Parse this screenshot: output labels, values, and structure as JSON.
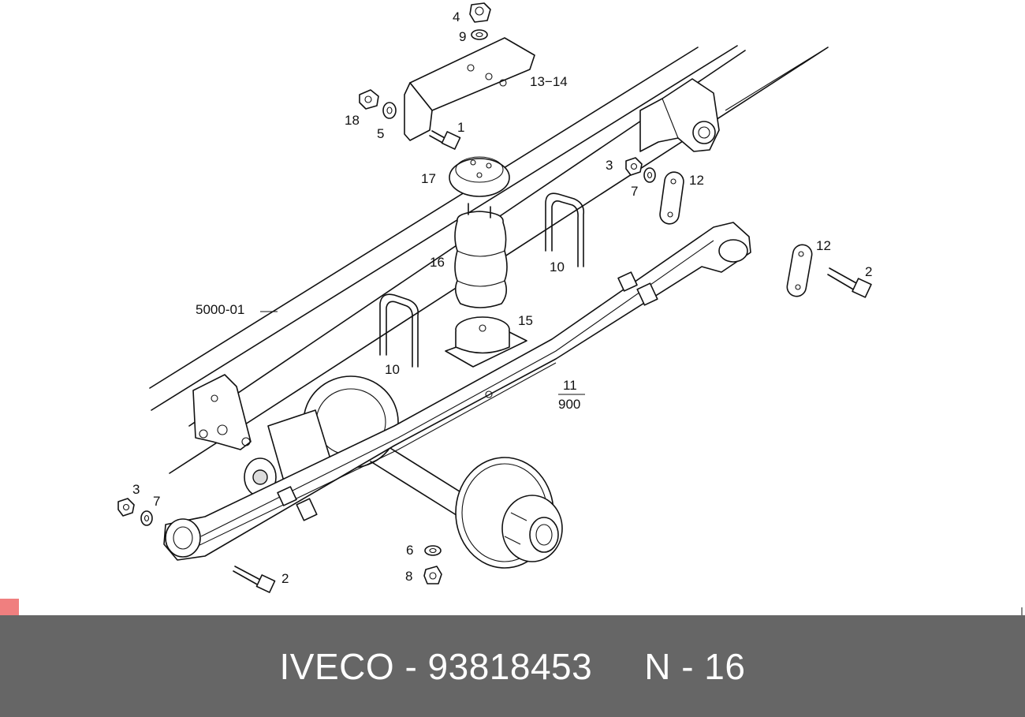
{
  "callouts": {
    "c4": "4",
    "c9": "9",
    "c13_14": "13−14",
    "c18": "18",
    "c5": "5",
    "c1": "1",
    "c17": "17",
    "c3_right": "3",
    "c7_right": "7",
    "c12_upper": "12",
    "c12_lower": "12",
    "c2_right": "2",
    "c16": "16",
    "c10_right": "10",
    "c5000_01": "5000-01",
    "c15": "15",
    "c10_left": "10",
    "c11": "11",
    "c900": "900",
    "c3_left": "3",
    "c7_left": "7",
    "c2_left": "2",
    "c6": "6",
    "c8": "8"
  },
  "footer": {
    "brand": "IVECO - 93818453",
    "page": "N - 16"
  }
}
